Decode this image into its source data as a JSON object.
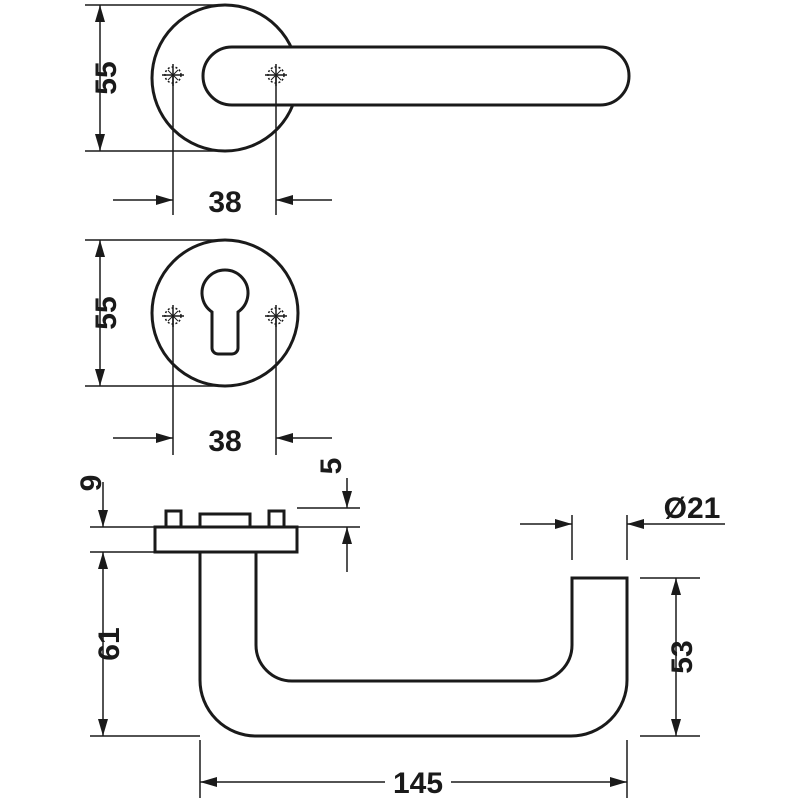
{
  "dimensions": {
    "rose_height": "55",
    "rose_screw_spacing": "38",
    "escutcheon_height": "55",
    "escutcheon_screw_spacing": "38",
    "rose_thickness": "9",
    "stub_height": "5",
    "handle_drop": "61",
    "handle_diameter": "Ø21",
    "handle_height": "53",
    "handle_length": "145"
  }
}
